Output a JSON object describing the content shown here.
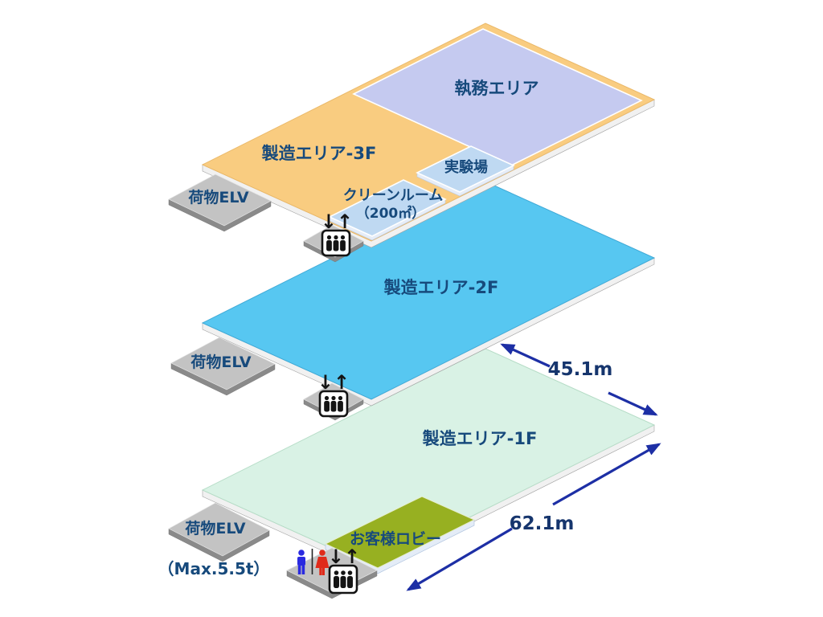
{
  "diagram_title": "building-floor-stack-isometric",
  "floors": {
    "f3": {
      "manufacturing": "製造エリア-3F",
      "office": "執務エリア",
      "lab": "実験場",
      "cleanroom": "クリーンルーム",
      "cleanroom_size": "（200㎡）",
      "cargo_elv": "荷物ELV"
    },
    "f2": {
      "manufacturing": "製造エリア-2F",
      "cargo_elv": "荷物ELV"
    },
    "f1": {
      "manufacturing": "製造エリア-1F",
      "lobby": "お客様ロビー",
      "cargo_elv": "荷物ELV",
      "cargo_elv_capacity": "（Max.5.5t）"
    }
  },
  "dimensions": {
    "width": "45.1m",
    "length": "62.1m"
  },
  "icons": {
    "elevator_updown": "↓↑"
  },
  "colors": {
    "floor3_manufacturing": "#f9cc80",
    "floor3_office": "#c5caf0",
    "floor3_lab": "#bfd9f2",
    "floor3_cleanroom": "#bfd9f2",
    "floor2_manufacturing": "#57c7f1",
    "floor1_manufacturing": "#d9f2e5",
    "lobby": "#97b021",
    "platform_top": "#c3c3c3",
    "platform_side": "#8a8a8a",
    "label_text": "#174a7c",
    "dimension_text": "#16356d",
    "arrow": "#1d2fa5",
    "restroom_male": "#2a2ae0",
    "restroom_female": "#e02a1a"
  }
}
